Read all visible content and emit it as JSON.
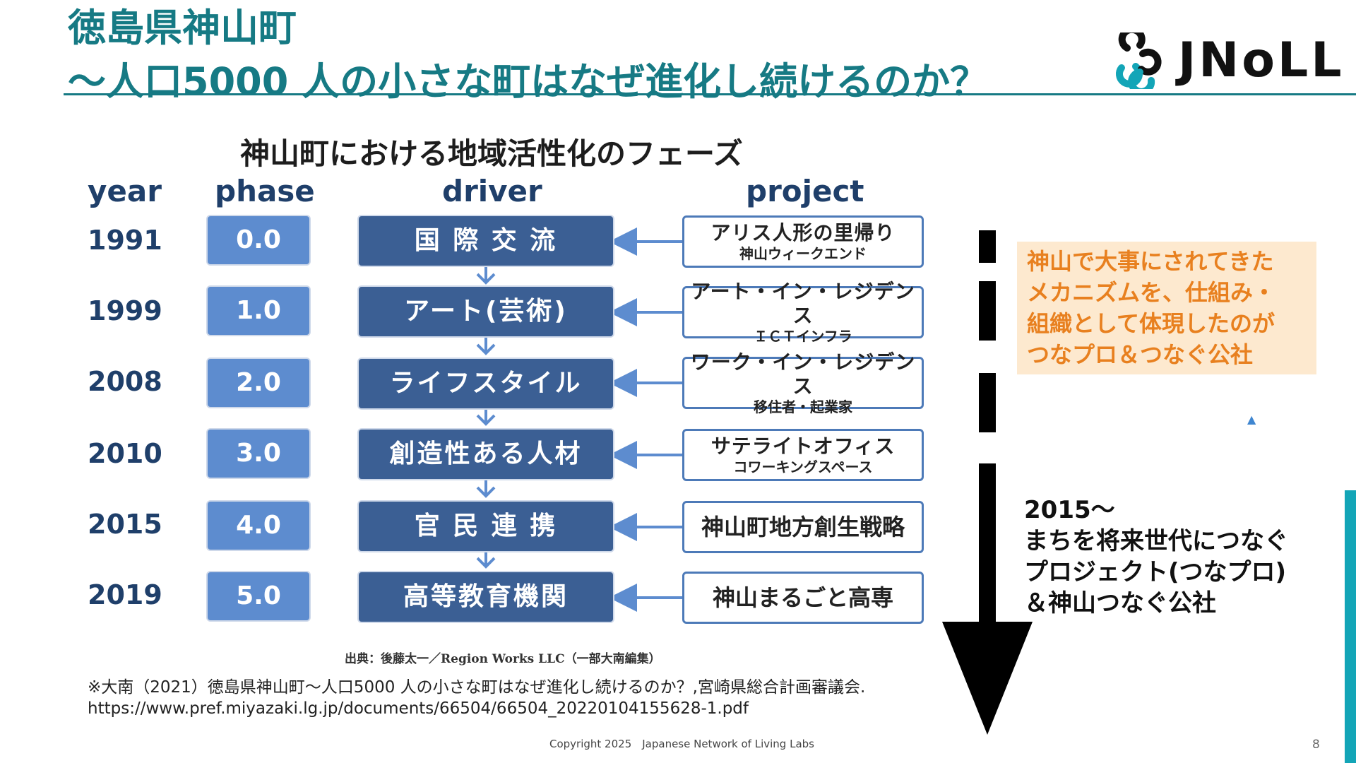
{
  "title": {
    "line1": "徳島県神山町",
    "line2": "～人口5000 人の小さな町はなぜ進化し続けるのか？"
  },
  "logo": {
    "text": "JNoLL"
  },
  "figure": {
    "title": "神山町における地域活性化のフェーズ",
    "headers": {
      "year": "year",
      "phase": "phase",
      "driver": "driver",
      "project": "project"
    },
    "rows": [
      {
        "year": "1991",
        "phase": "0.0",
        "driver": "国 際 交 流",
        "project_main": "アリス人形の里帰り",
        "project_sub": "神山ウィークエンド"
      },
      {
        "year": "1999",
        "phase": "1.0",
        "driver": "アート(芸術)",
        "project_main": "アート・イン・レジデンス",
        "project_sub": "ＩＣＴインフラ"
      },
      {
        "year": "2008",
        "phase": "2.0",
        "driver": "ライフスタイル",
        "project_main": "ワーク・イン・レジデンス",
        "project_sub": "移住者・起業家"
      },
      {
        "year": "2010",
        "phase": "3.0",
        "driver": "創造性ある人材",
        "project_main": "サテライトオフィス",
        "project_sub": "コワーキングスペース"
      },
      {
        "year": "2015",
        "phase": "4.0",
        "driver": "官 民 連 携",
        "project_main": "神山町地方創生戦略",
        "project_sub": ""
      },
      {
        "year": "2019",
        "phase": "5.0",
        "driver": "高等教育機関",
        "project_main": "神山まるごと高専",
        "project_sub": ""
      }
    ],
    "source": "出典：後藤太一／Region Works LLC（一部大南編集）"
  },
  "citation": {
    "line1": "※大南（2021）徳島県神山町～人口5000 人の小さな町はなぜ進化し続けるのか？,宮崎県総合計画審議会.",
    "line2": "https://www.pref.miyazaki.lg.jp/documents/66504/66504_20220104155628-1.pdf"
  },
  "callout": {
    "lines": [
      "神山で大事にされてきた",
      "メカニズムを、仕組み・",
      "組織として体現したのが",
      "つなプロ＆つなぐ公社"
    ]
  },
  "note_2015": {
    "lines": [
      "2015～",
      "まちを将来世代につなぐ",
      "プロジェクト(つなプロ)",
      "＆神山つなぐ公社"
    ]
  },
  "footer": {
    "copyright": "Copyright 2025　Japanese Network of Living Labs",
    "page": "8"
  },
  "colors": {
    "title": "#167a84",
    "phase": "#5d8ccf",
    "driver": "#3b5f94",
    "callout_bg": "#fde9cf",
    "callout_text": "#e8801f",
    "accent": "#13a5b7"
  }
}
